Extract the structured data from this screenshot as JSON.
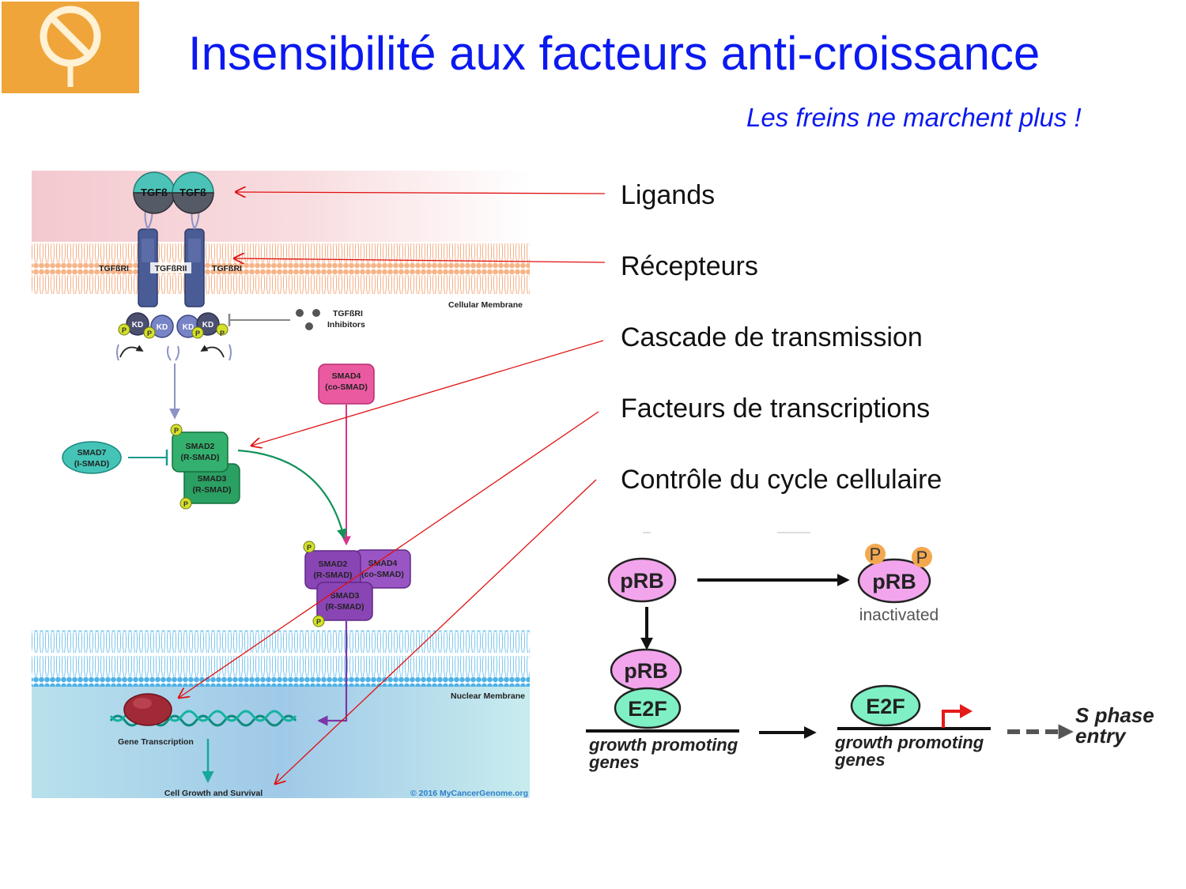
{
  "slide": {
    "title": "Insensibilité aux facteurs anti-croissance",
    "subtitle": "Les freins ne marchent plus !"
  },
  "labels": [
    "Ligands",
    "Récepteurs",
    "Cascade de transmission",
    "Facteurs de transcriptions",
    "Contrôle du cycle cellulaire"
  ],
  "tgf": {
    "ligand": "TGFß",
    "receptor_i": "TGFßRI",
    "receptor_ii": "TGFßRII",
    "kinase_domain": "KD",
    "phospho": "P",
    "cell_membrane": "Cellular Membrane",
    "inhibitors_line1": "TGFßRI",
    "inhibitors_line2": "Inhibitors",
    "smad4_name": "SMAD4",
    "smad4_type": "(co-SMAD)",
    "smad2_name": "SMAD2",
    "smad2_type": "(R-SMAD)",
    "smad3_name": "SMAD3",
    "smad3_type": "(R-SMAD)",
    "smad7_name": "SMAD7",
    "smad7_type": "(I-SMAD)",
    "nuclear_membrane": "Nuclear Membrane",
    "gene_transcription": "Gene Transcription",
    "cell_growth": "Cell Growth and Survival",
    "copyright": "© 2016 MyCancerGenome.org"
  },
  "prb": {
    "prb": "pRB",
    "phospho": "P",
    "inactivated": "inactivated",
    "e2f": "E2F",
    "genes_line1": "growth promoting",
    "genes_line2": "genes",
    "sphase_line1": "S phase",
    "sphase_line2": "entry"
  },
  "colors": {
    "title": "#0b19f0",
    "logo": "#efa53a",
    "callout_arrow": "#e01010",
    "smad_green": "#2aa062",
    "smad_purple": "#8a45b5",
    "smad4_pink": "#e8509a",
    "smad7_teal": "#3cc0b4",
    "prb_pink": "#f2a5ec",
    "e2f_green": "#7ff0c4",
    "phospho_orange": "#f3a850"
  }
}
